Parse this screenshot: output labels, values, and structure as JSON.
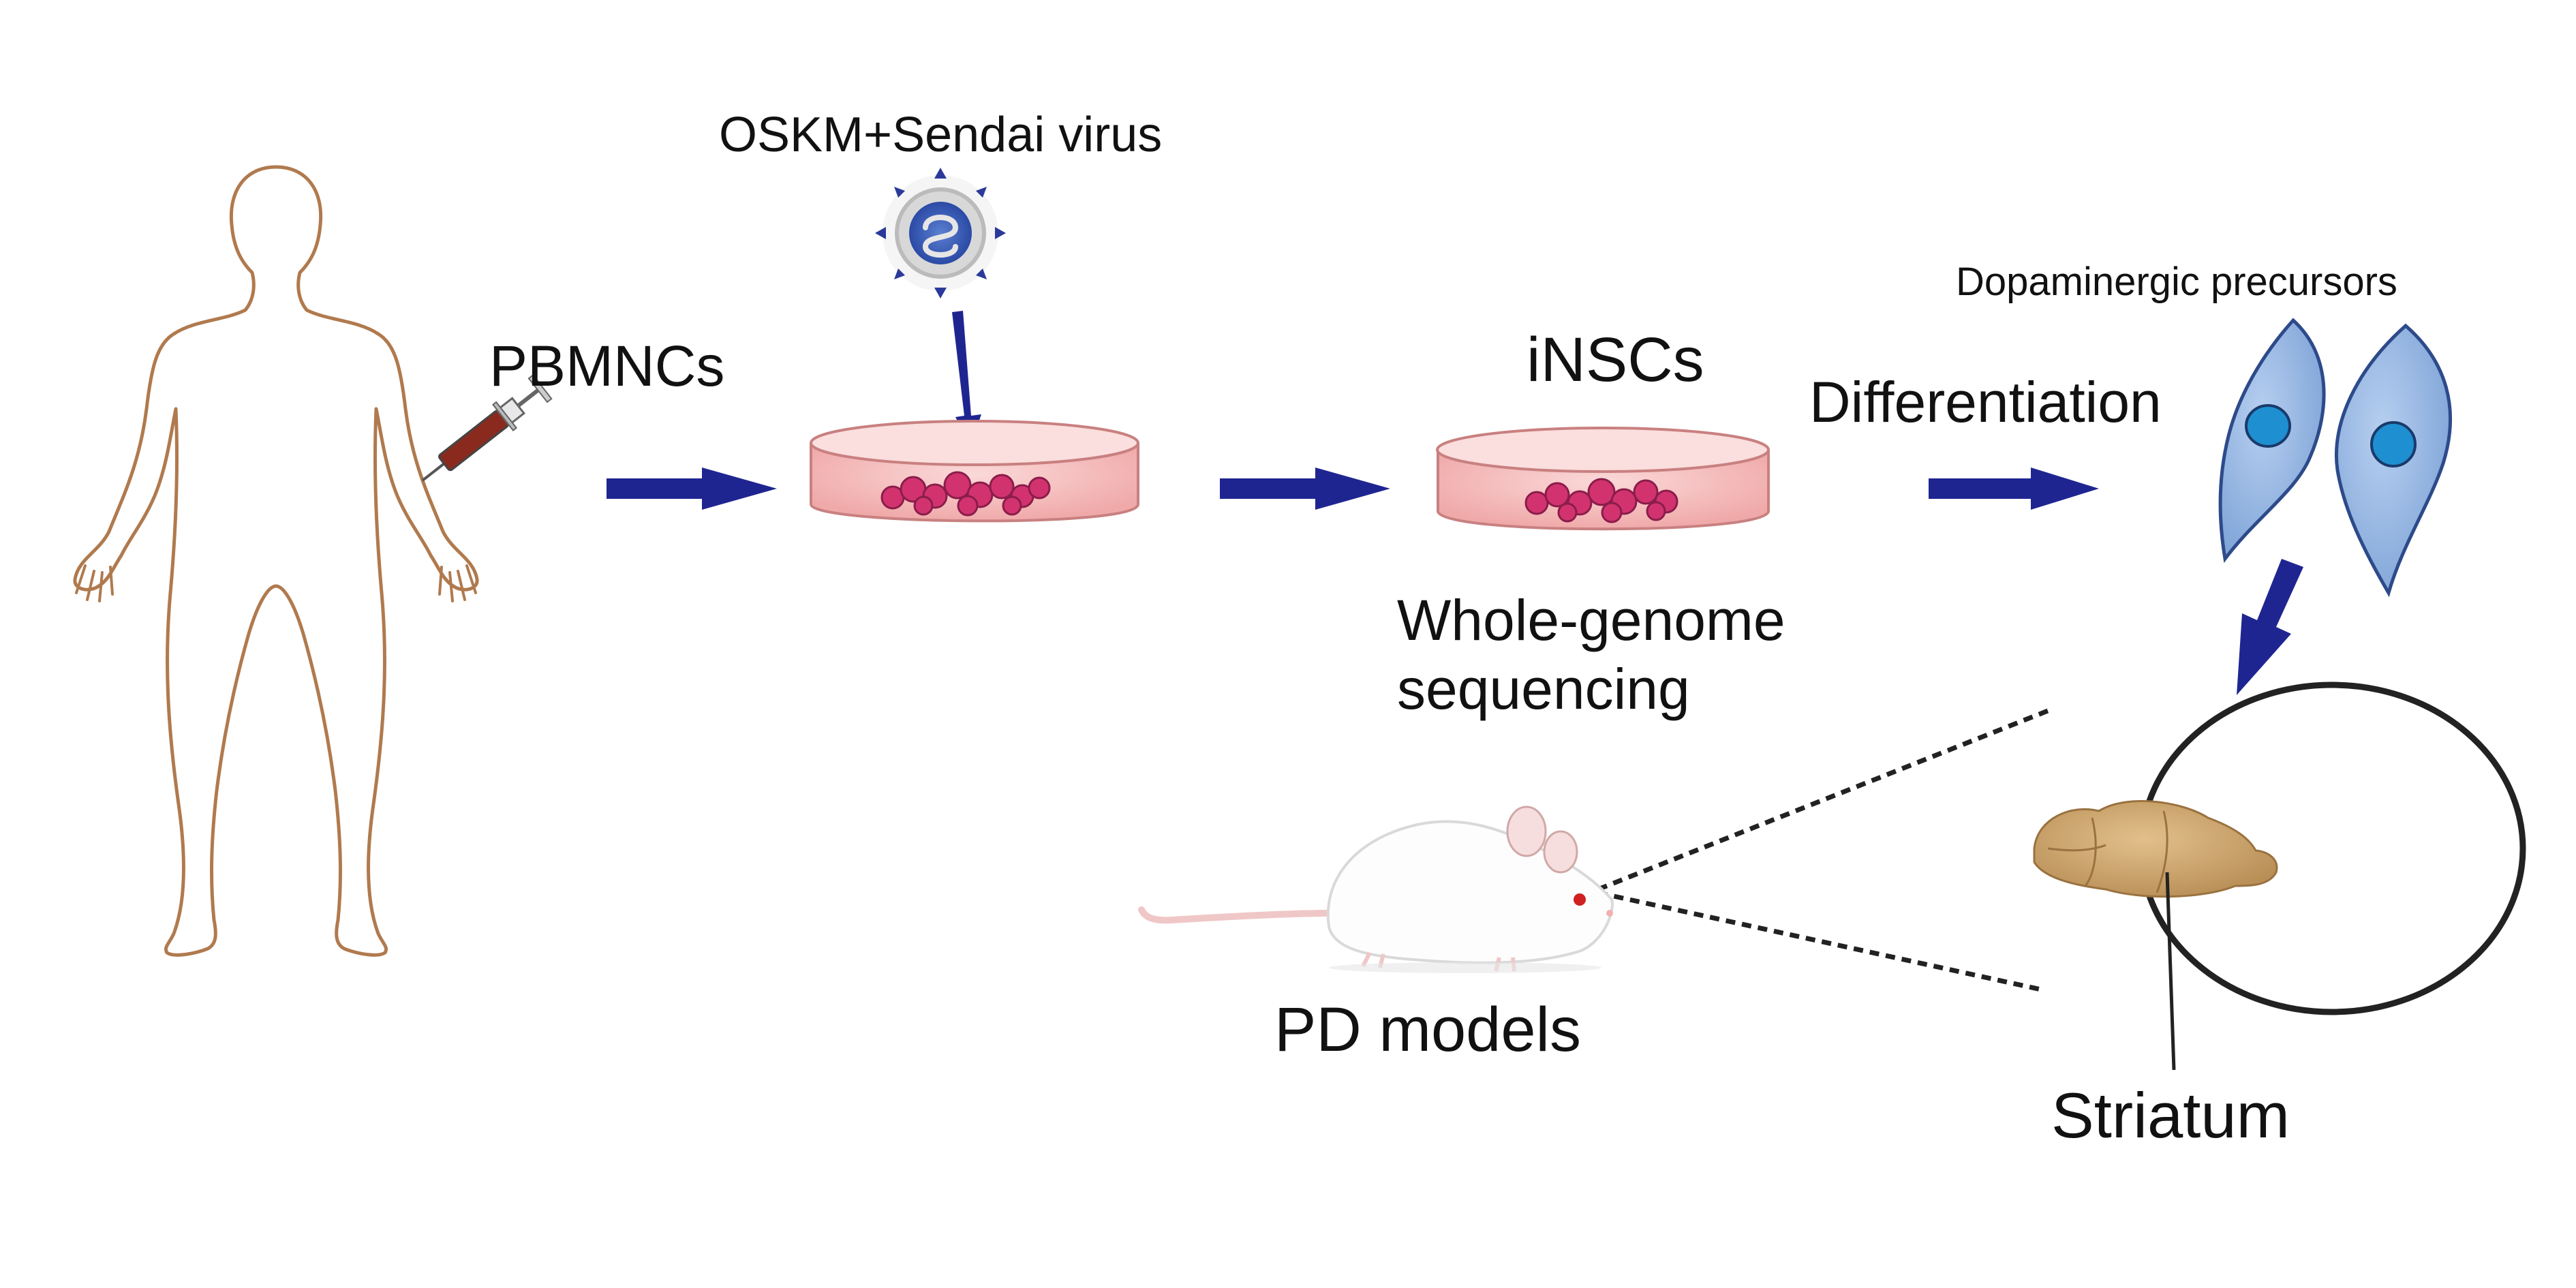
{
  "labels": {
    "virus": "OSKM+Sendai virus",
    "blood_cells": "PBMNCs",
    "stem_cells": "iNSCs",
    "differentiation": "Differentiation",
    "precursors": "Dopaminergic precursors",
    "sequencing": "Whole-genome sequencing",
    "models": "PD models",
    "region": "Striatum"
  },
  "colors": {
    "arrow": "#1f2590",
    "body_outline": "#b07a4e",
    "dish_fill": "#f6c1c1",
    "cell_fill": "#d2336e",
    "neuron_fill": "#8fb3e0",
    "nucleus_fill": "#1e8fd1",
    "brain_fill": "#c9a06a"
  },
  "icons": [
    "human-figure-icon",
    "syringe-icon",
    "virus-icon",
    "petri-dish-icon",
    "neuron-cell-icon",
    "mouse-icon",
    "brain-icon"
  ]
}
